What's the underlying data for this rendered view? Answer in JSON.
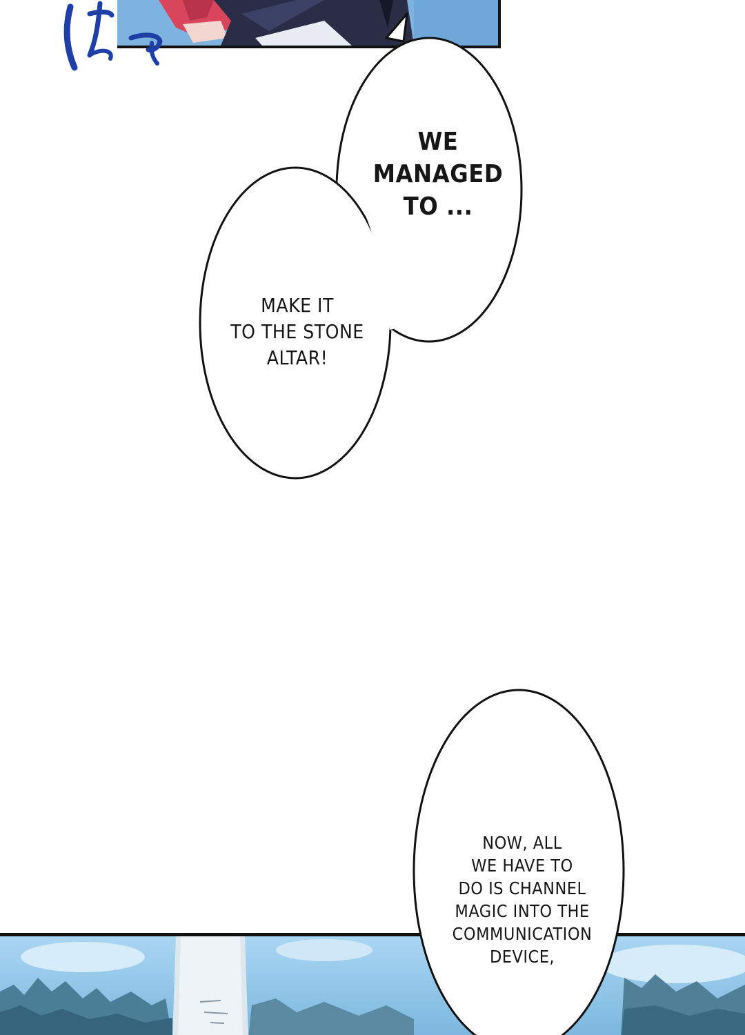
{
  "panels": {
    "top": {
      "description_colors": {
        "hair": "#d9455a",
        "coat": "#2a2d45",
        "sky": "#6fa7d8"
      }
    },
    "bottom": {
      "description_colors": {
        "sky": "#8ec6ea",
        "trees": "#3f6f86",
        "altar": "#d9e2ea"
      }
    }
  },
  "sfx": {
    "text": "ほっ",
    "color": "#1f3fa8"
  },
  "bubbles": [
    {
      "text": "WE\nMANAGED\nTO ..."
    },
    {
      "text": "MAKE IT\nTO THE STONE\nALTAR!"
    },
    {
      "text": "NOW, ALL\nWE HAVE TO\nDO IS CHANNEL\nMAGIC INTO THE\nCOMMUNICATION\nDEVICE,"
    }
  ]
}
